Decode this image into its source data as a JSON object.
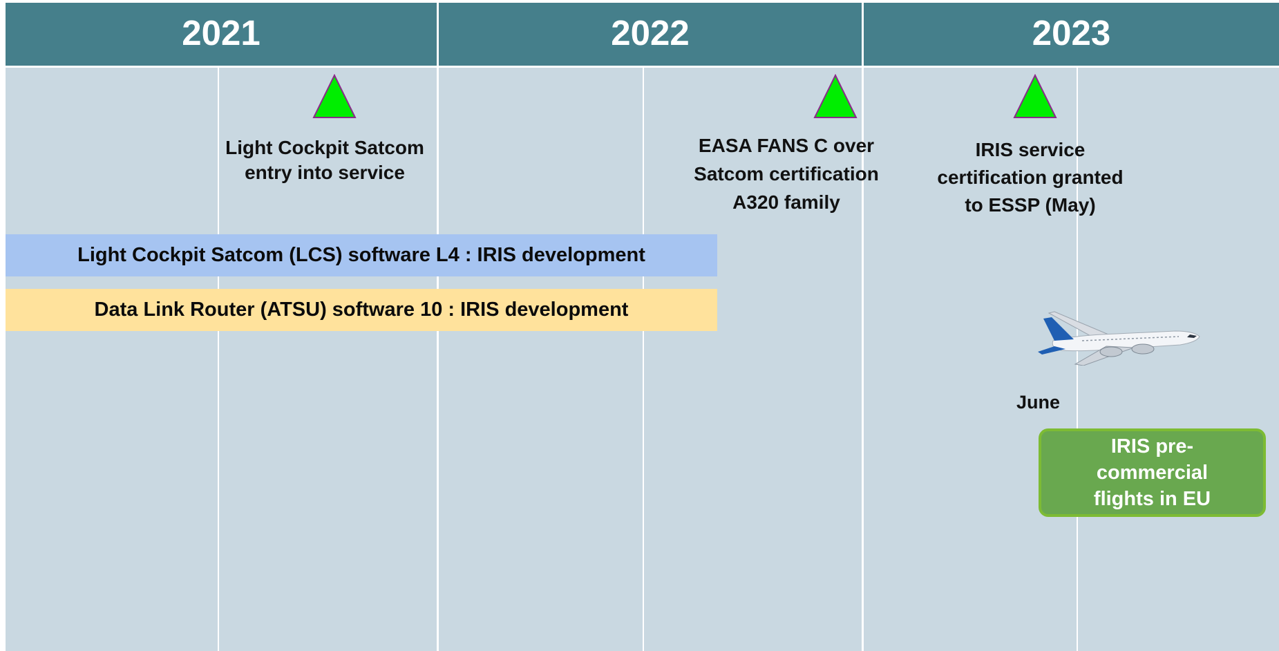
{
  "years": [
    "2021",
    "2022",
    "2023"
  ],
  "milestones": [
    {
      "label_lines": [
        "Light Cockpit Satcom",
        "entry into service"
      ]
    },
    {
      "label_lines": [
        "EASA FANS C over",
        "Satcom certification",
        "A320 family"
      ]
    },
    {
      "label_lines": [
        "IRIS service",
        "certification granted",
        "to ESSP (May)"
      ]
    }
  ],
  "bars": [
    {
      "label": "Light Cockpit Satcom (LCS)  software L4 : IRIS development",
      "color": "#a6c4f1"
    },
    {
      "label": "Data Link Router (ATSU) software 10 : IRIS development",
      "color": "#ffe29c"
    }
  ],
  "event": {
    "month": "June",
    "callout_lines": [
      "IRIS pre-",
      "commercial",
      "flights in EU"
    ],
    "icon": "airplane-icon"
  },
  "colors": {
    "header": "#457f8b",
    "background": "#c9d8e1",
    "milestone_fill": "#00ee00",
    "milestone_stroke": "#8a2a8a",
    "callout_fill": "#69a84f",
    "callout_border": "#7dbb34"
  }
}
